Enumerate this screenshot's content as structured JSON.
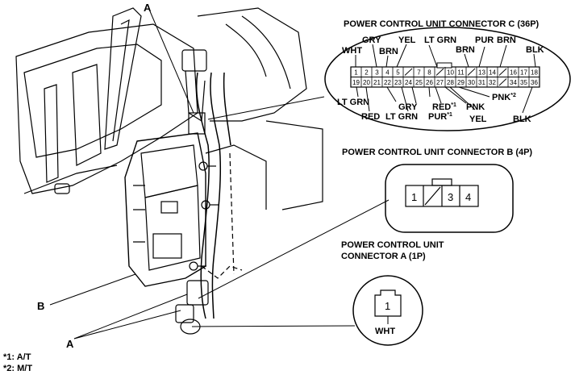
{
  "diagram": {
    "callouts": {
      "a_top": "A",
      "a_bottom": "A",
      "b": "B"
    },
    "connector_c": {
      "title": "POWER CONTROL UNIT CONNECTOR C (36P)",
      "top_pins": [
        "1",
        "2",
        "3",
        "4",
        "5",
        "/",
        "7",
        "8",
        "/",
        "10",
        "11",
        "/",
        "13",
        "14",
        "/",
        "16",
        "17",
        "18"
      ],
      "bottom_pins": [
        "19",
        "20",
        "21",
        "22",
        "23",
        "24",
        "25",
        "26",
        "27",
        "28",
        "29",
        "30",
        "31",
        "32",
        "/",
        "34",
        "35",
        "36"
      ],
      "wire_labels": {
        "wht": "WHT",
        "gry_top": "GRY",
        "brn_top1": "BRN",
        "yel_top": "YEL",
        "ltgrn_top": "LT GRN",
        "brn_top2": "BRN",
        "pur_top": "PUR",
        "brn_top3": "BRN",
        "blk_top": "BLK",
        "ltgrn_bl": "LT GRN",
        "red_b": "RED",
        "ltgrn_b": "LT GRN",
        "gry_b": "GRY",
        "red1": "RED",
        "pur1": "PUR",
        "pnk": "PNK",
        "yel_b": "YEL",
        "pnk2": "PNK",
        "blk_b": "BLK"
      },
      "marks": {
        "star1": "*1",
        "star2": "*2"
      }
    },
    "connector_b": {
      "title": "POWER CONTROL UNIT CONNECTOR B (4P)",
      "pins": [
        "1",
        "/",
        "3",
        "4"
      ]
    },
    "connector_a": {
      "title_line1": "POWER CONTROL UNIT",
      "title_line2": "CONNECTOR A (1P)",
      "pin": "1",
      "wire": "WHT"
    },
    "footnotes": {
      "note1": "*1: A/T",
      "note2": "*2: M/T"
    }
  }
}
